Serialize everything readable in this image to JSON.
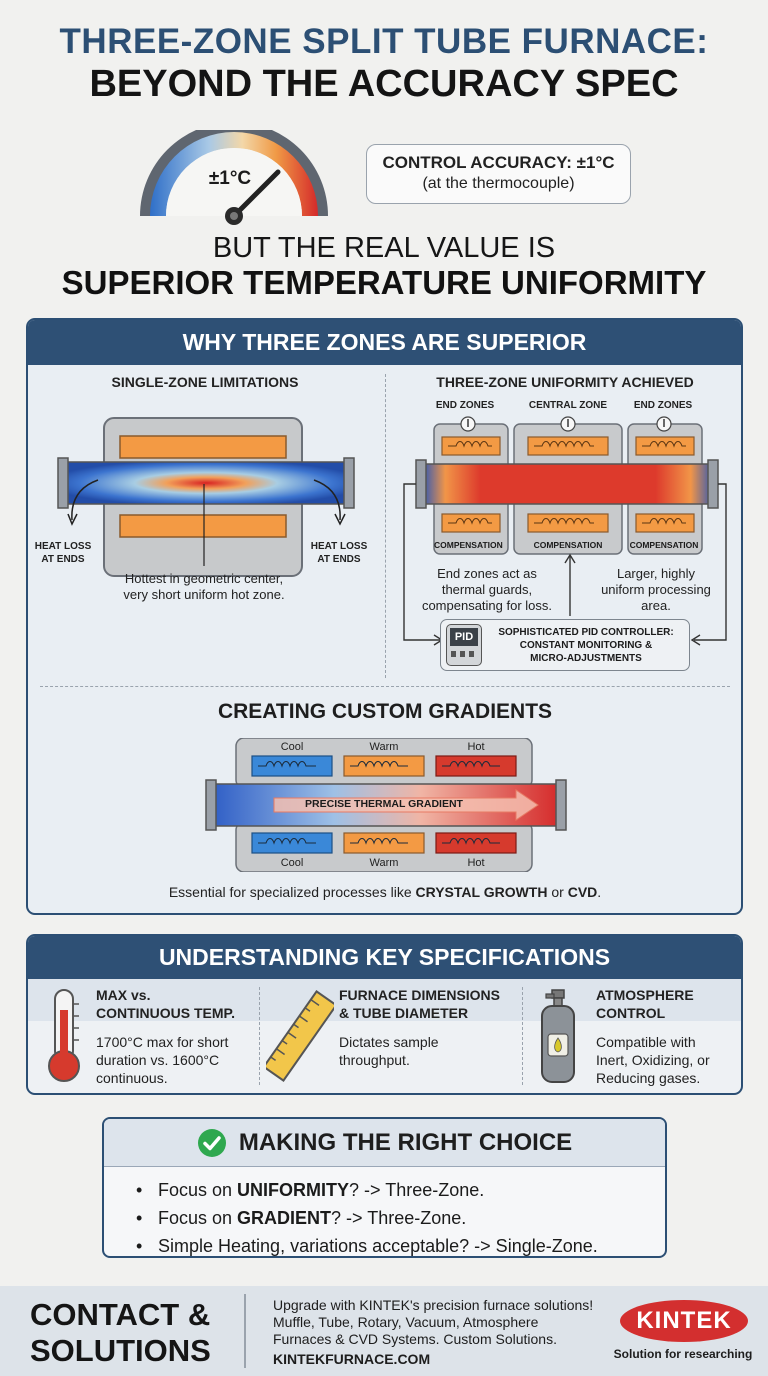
{
  "header": {
    "title_line1": "THREE-ZONE SPLIT TUBE FURNACE:",
    "title_line2": "BEYOND THE ACCURACY SPEC"
  },
  "gauge": {
    "label": "±1°C"
  },
  "callout": {
    "line1": "CONTROL ACCURACY: ±1°C",
    "line2": "(at the thermocouple)"
  },
  "subtitle": {
    "line1": "BUT THE REAL VALUE IS",
    "line2": "SUPERIOR TEMPERATURE UNIFORMITY"
  },
  "why_panel": {
    "title": "WHY THREE ZONES ARE SUPERIOR",
    "single": {
      "title": "SINGLE-ZONE LIMITATIONS",
      "heat_loss_left": [
        "HEAT LOSS",
        "AT ENDS"
      ],
      "heat_loss_right": [
        "HEAT LOSS",
        "AT ENDS"
      ],
      "caption": [
        "Hottest in geometric center,",
        "very short uniform hot zone."
      ]
    },
    "three": {
      "title": "THREE-ZONE UNIFORMITY ACHIEVED",
      "zone_left": "END ZONES",
      "zone_center": "CENTRAL ZONE",
      "zone_right": "END ZONES",
      "compensation": "COMPENSATION",
      "caption_left": [
        "End zones act as",
        "thermal guards,",
        "compensating for loss."
      ],
      "caption_right": [
        "Larger, highly",
        "uniform processing",
        "area."
      ],
      "pid_badge": "PID",
      "pid_text": [
        "SOPHISTICATED PID CONTROLLER:",
        "CONSTANT MONITORING &",
        "MICRO-ADJUSTMENTS"
      ]
    },
    "gradients": {
      "title": "CREATING CUSTOM GRADIENTS",
      "zones": [
        "Cool",
        "Warm",
        "Hot"
      ],
      "arrow_label": "PRECISE THERMAL GRADIENT",
      "caption_pre": "Essential for specialized processes like ",
      "caption_b1": "CRYSTAL GROWTH",
      "caption_mid": " or ",
      "caption_b2": "CVD",
      "caption_end": "."
    }
  },
  "specs_panel": {
    "title": "UNDERSTANDING KEY SPECIFICATIONS",
    "items": [
      {
        "icon": "thermometer-icon",
        "title": [
          "MAX vs.",
          "CONTINUOUS TEMP."
        ],
        "text": [
          "1700°C max for short",
          "duration vs. 1600°C",
          "continuous."
        ]
      },
      {
        "icon": "ruler-icon",
        "title": [
          "FURNACE DIMENSIONS",
          "& TUBE DIAMETER"
        ],
        "text": [
          "Dictates sample",
          "throughput."
        ]
      },
      {
        "icon": "gas-cylinder-icon",
        "title": [
          "ATMOSPHERE",
          "CONTROL"
        ],
        "text": [
          "Compatible with",
          "Inert, Oxidizing, or",
          "Reducing gases."
        ]
      }
    ]
  },
  "choice": {
    "title": "MAKING THE RIGHT CHOICE",
    "b1_pre": "Focus on ",
    "b1_bold": "UNIFORMITY",
    "b1_post": "? -> Three-Zone.",
    "b2_pre": "Focus on ",
    "b2_bold": "GRADIENT",
    "b2_post": "? -> Three-Zone.",
    "b3": "Simple Heating, variations acceptable? -> Single-Zone."
  },
  "footer": {
    "contact": [
      "CONTACT &",
      "SOLUTIONS"
    ],
    "text": [
      "Upgrade with KINTEK's precision furnace solutions!",
      "Muffle, Tube, Rotary, Vacuum, Atmosphere",
      "Furnaces & CVD Systems. Custom Solutions."
    ],
    "url": "KINTEKFURNACE.COM",
    "logo": "KINTEK",
    "tagline": "Solution for researching"
  },
  "colors": {
    "navy": "#2e5075",
    "hot": "#d32f2f",
    "warm": "#f39a44",
    "cool": "#2f7fd0"
  }
}
